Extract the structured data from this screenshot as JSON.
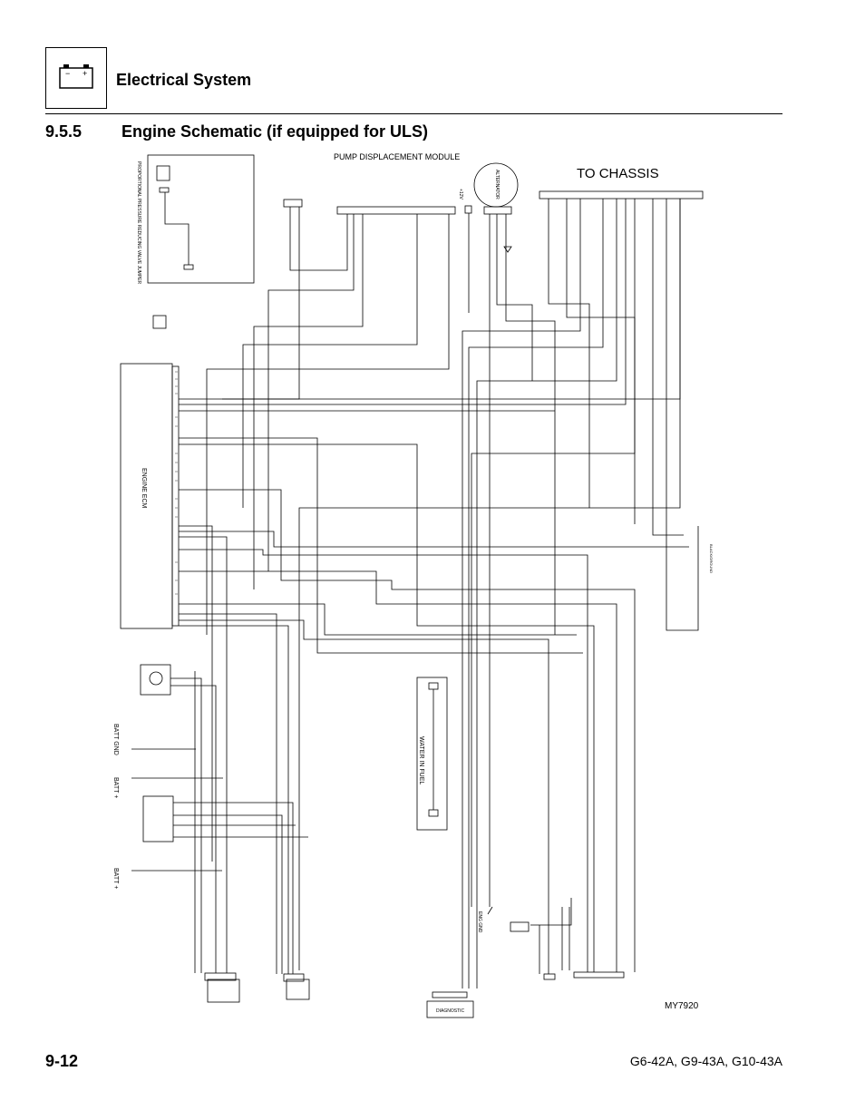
{
  "header": {
    "section_title": "Electrical System",
    "battery_icon_minus": "−",
    "battery_icon_plus": "+"
  },
  "subsection": {
    "number": "9.5.5",
    "title": "Engine Schematic (if equipped for ULS)"
  },
  "schematic": {
    "pump_module_label": "PUMP DISPLACEMENT MODULE",
    "to_chassis_label": "TO CHASSIS",
    "alternator_label": "ALTERNATOR",
    "engine_ecm_label": "ENGINE ECM",
    "water_in_fuel_label": "WATER IN FUEL",
    "diagnostic_label": "DIAGNOSTIC",
    "jumper_label": "PROPORTIONAL PRESSURE REDUCING VALVE JUMPER",
    "batt_gnd_label": "BATT GND",
    "batt_plus_label_1": "BATT +",
    "batt_plus_label_2": "BATT +",
    "eng_gnd_label": "ENG GND",
    "black_ground_label": "BLACK/GROUND",
    "plus_12v_label": "+12V",
    "reference_code": "MY7920"
  },
  "footer": {
    "page_number": "9-12",
    "models": "G6-42A, G9-43A, G10-43A"
  }
}
